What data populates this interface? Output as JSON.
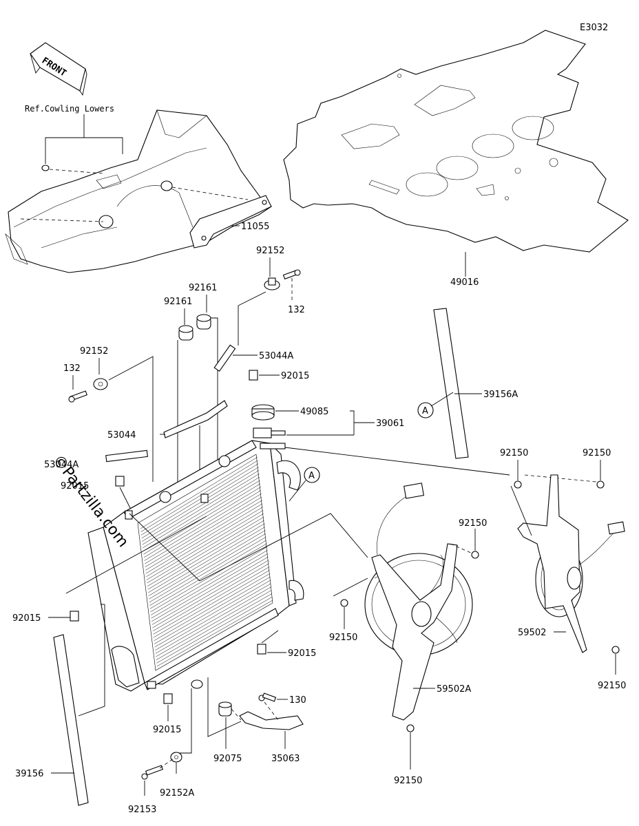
{
  "diagram_code": "E3032",
  "front_label": "FRONT",
  "ref_note": "Ref.Cowling Lowers",
  "watermark": "©Partzilla.com",
  "callout_letter": "A",
  "parts": {
    "p11055": "11055",
    "p49016": "49016",
    "p92152_top": "92152",
    "p132_top": "132",
    "p92161_a": "92161",
    "p92161_b": "92161",
    "p53044A_top": "53044A",
    "p92015_top": "92015",
    "p92152_left": "92152",
    "p132_left": "132",
    "p49085": "49085",
    "p39061": "39061",
    "p53044": "53044",
    "p53044A_left": "53044A",
    "p92015_left": "92015",
    "p39156A": "39156A",
    "p92150_r1": "92150",
    "p92150_r2": "92150",
    "p92150_mid": "92150",
    "p92150_fanl": "92150",
    "p59502": "59502",
    "p92150_r3": "92150",
    "p92015_mid": "92015",
    "p92015_right": "92015",
    "p130": "130",
    "p59502A": "59502A",
    "p92015_bot": "92015",
    "p35063": "35063",
    "p92075": "92075",
    "p39156": "39156",
    "p92152A": "92152A",
    "p92153": "92153",
    "p92150_bot": "92150"
  }
}
